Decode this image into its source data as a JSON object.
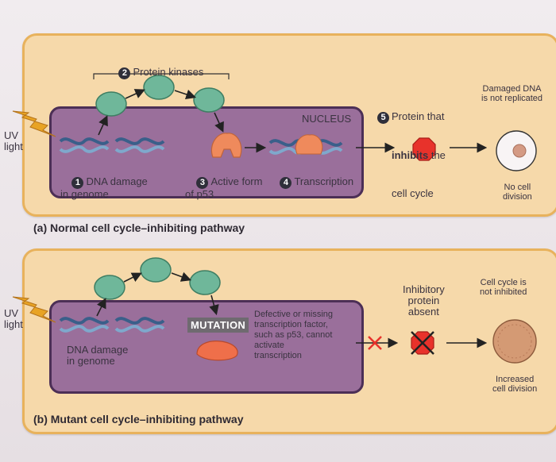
{
  "panel_a": {
    "uv_light": "UV\nlight",
    "step1": "DNA damage\nin genome",
    "step2": "Protein kinases",
    "step3": "Active form\nof p53",
    "step4": "Transcription",
    "step5_prefix": "Protein that",
    "step5_bold": "inhibits",
    "step5_mid": " the",
    "step5_suffix": "cell cycle",
    "nucleus": "NUCLEUS",
    "damaged_dna": "Damaged DNA\nis not replicated",
    "no_division": "No cell\ndivision",
    "caption": "(a) Normal cell cycle–inhibiting pathway",
    "numbers": [
      "1",
      "2",
      "3",
      "4",
      "5"
    ]
  },
  "panel_b": {
    "uv_light": "UV\nlight",
    "dna_damage": "DNA damage\nin genome",
    "mutation": "MUTATION",
    "defective": "Defective or missing\ntranscription factor,\nsuch as p53, cannot\nactivate\ntranscription",
    "inhibitory": "Inhibitory\nprotein\nabsent",
    "not_inhibited": "Cell cycle is\nnot inhibited",
    "increased": "Increased\ncell division",
    "caption": "(b) Mutant cell cycle–inhibiting pathway"
  },
  "colors": {
    "panel": "#f6d9aa",
    "panel_border": "#e8b25c",
    "nucleus": "#9a6f9b",
    "kinase": "#6fb79a",
    "p53": "#ef8a5c",
    "inhibitor": "#e8322b",
    "lightning": "#e8a324"
  }
}
